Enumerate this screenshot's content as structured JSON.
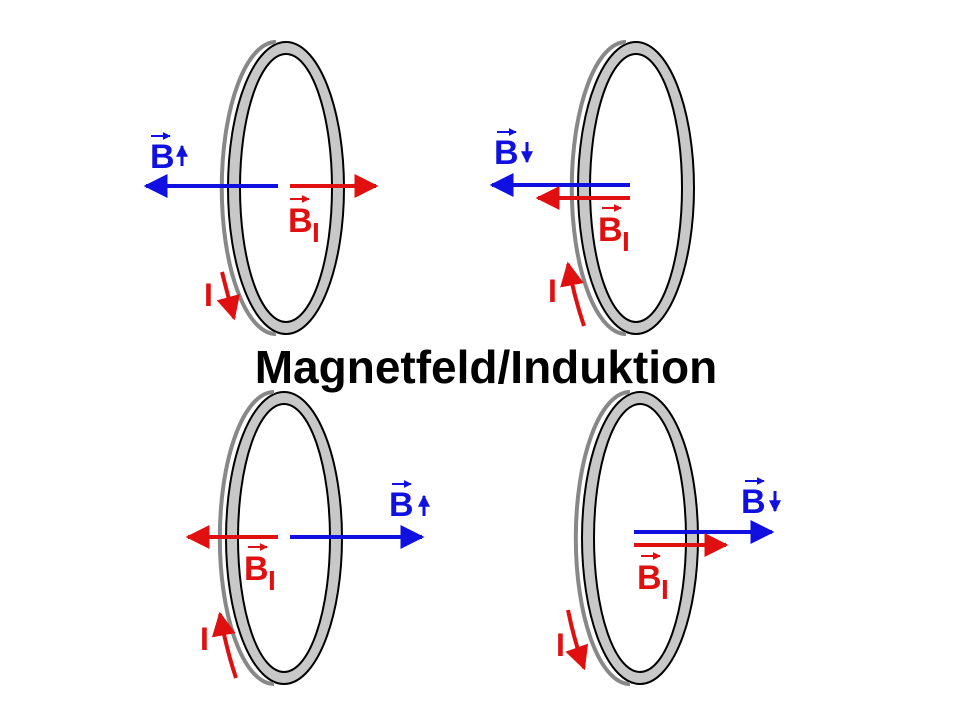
{
  "title": "Magnetfeld/Induktion",
  "colors": {
    "field": "#1010e0",
    "induced": "#e01010",
    "ring_fill": "#c8c8c8",
    "ring_stroke": "#000000",
    "text": "#000000"
  },
  "labels": {
    "field": "B",
    "induced": "B",
    "induced_sub": "I",
    "current": "I"
  },
  "panels": [
    {
      "field_arrow_dir": "left",
      "induced_arrow_dir": "right",
      "b_direction_marker": "up",
      "current_direction": "down"
    },
    {
      "field_arrow_dir": "left",
      "induced_arrow_dir": "left",
      "b_direction_marker": "down",
      "current_direction": "up"
    },
    {
      "field_arrow_dir": "right",
      "induced_arrow_dir": "left",
      "b_direction_marker": "up",
      "current_direction": "up"
    },
    {
      "field_arrow_dir": "right",
      "induced_arrow_dir": "right",
      "b_direction_marker": "down",
      "current_direction": "down"
    }
  ]
}
